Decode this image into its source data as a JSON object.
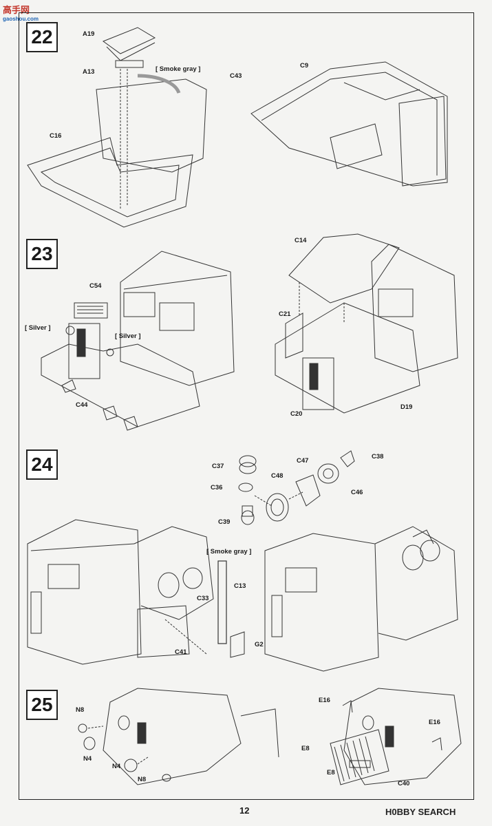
{
  "watermark": {
    "top": "高手网",
    "sub": "gaoshou.com"
  },
  "steps": [
    {
      "number": "22",
      "labels": {
        "a19": "A19",
        "a13": "A13",
        "paint": "[ Smoke gray ]",
        "c43": "C43",
        "c16": "C16",
        "c9": "C9"
      }
    },
    {
      "number": "23",
      "labels": {
        "c54": "C54",
        "silver1": "[ Silver ]",
        "silver2": "[ Silver ]",
        "c44": "C44",
        "c14": "C14",
        "c21": "C21",
        "c20": "C20",
        "d19": "D19"
      }
    },
    {
      "number": "24",
      "labels": {
        "c37": "C37",
        "c36": "C36",
        "c39": "C39",
        "c48": "C48",
        "c47": "C47",
        "c38": "C38",
        "c46": "C46",
        "paint": "[ Smoke gray ]",
        "c13": "C13",
        "c33": "C33",
        "c41": "C41",
        "g2": "G2"
      }
    },
    {
      "number": "25",
      "labels": {
        "n8a": "N8",
        "n4a": "N4",
        "n4b": "N4",
        "n8b": "N8",
        "e16a": "E16",
        "e16b": "E16",
        "e8a": "E8",
        "e8b": "E8",
        "c40": "C40"
      }
    }
  ],
  "page_number": "12",
  "footer_logo": "H0BBY SEARCH"
}
